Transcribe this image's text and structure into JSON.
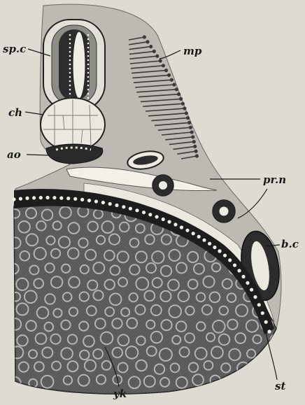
{
  "figure": {
    "labels": {
      "spinal_cord": "sp.c",
      "muscle_plate": "mp",
      "notochord": "ch",
      "aorta": "ao",
      "pronephric_duct": "pr.n",
      "body_cavity": "b.c",
      "yolk": "yk",
      "stomodaeum": "st"
    },
    "colors": {
      "paper": "#dedbd2",
      "ink": "#1a1a1a",
      "tissue": "#bdbab3",
      "yolk": "#58585a",
      "yolk_cell": "#b4b4b4",
      "cord_light": "#e3e0d8"
    }
  }
}
